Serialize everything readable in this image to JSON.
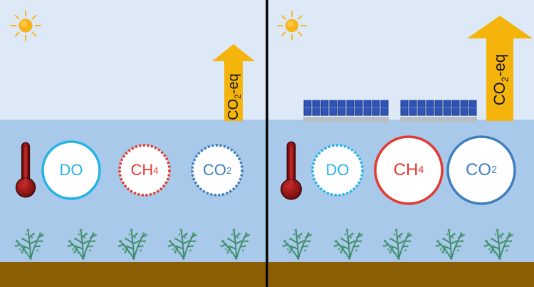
{
  "colors": {
    "sky": "#dde9f6",
    "water": "#a9c9ea",
    "sediment": "#8c5f04",
    "divider": "#000000",
    "arrow": "#f5b40c",
    "do": "#27b2e6",
    "ch4": "#e23a30",
    "co2": "#3f7fbd",
    "plant": "#3e8c6a",
    "sun": "#f7b31a",
    "panel": "#2f54b6",
    "thermometer": "#8e1414"
  },
  "panels": [
    {
      "id": "open-water",
      "arrow_label": {
        "main": "CO",
        "sub": "2",
        "suffix": "-eq"
      },
      "circles": [
        {
          "id": "do",
          "main": "DO",
          "sub": "",
          "style": "solid"
        },
        {
          "id": "ch4",
          "main": "CH",
          "sub": "4",
          "style": "dashed"
        },
        {
          "id": "co2",
          "main": "CO",
          "sub": "2",
          "style": "dashed"
        }
      ]
    },
    {
      "id": "floating-solar",
      "arrow_label": {
        "main": "CO",
        "sub": "2",
        "suffix": "-eq"
      },
      "circles": [
        {
          "id": "do",
          "main": "DO",
          "sub": "",
          "style": "dashed"
        },
        {
          "id": "ch4",
          "main": "CH",
          "sub": "4",
          "style": "solid"
        },
        {
          "id": "co2",
          "main": "CO",
          "sub": "2",
          "style": "solid"
        }
      ]
    }
  ]
}
